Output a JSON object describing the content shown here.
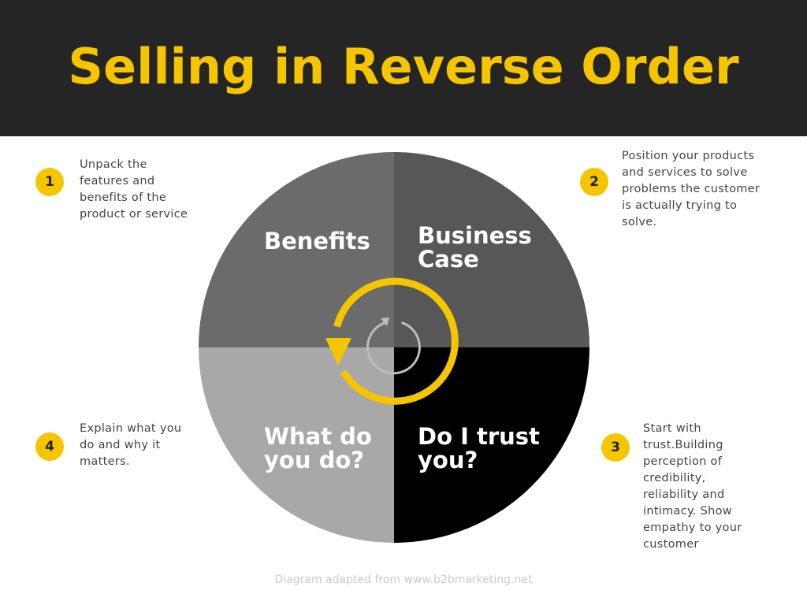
{
  "title": "Selling in Reverse Order",
  "quadrants": {
    "benefits": "Benefits",
    "business_case_line1": "Business",
    "business_case_line2": "Case",
    "what_line1": "What do",
    "what_line2": "you do?",
    "trust_line1": "Do I trust",
    "trust_line2": "you?"
  },
  "steps": [
    {
      "number": "1",
      "text": [
        "Unpack the",
        "features and",
        "benefits of the",
        "product or service"
      ]
    },
    {
      "number": "2",
      "text": [
        "Position your products",
        "and services to solve",
        "problems the customer",
        "is actually trying to",
        "solve."
      ]
    },
    {
      "number": "3",
      "text": [
        "Start with",
        "trust.Building",
        "perception of",
        "credibility,",
        "reliability and",
        "intimacy. Show",
        "empathy to your",
        "customer"
      ]
    },
    {
      "number": "4",
      "text": [
        "Explain what you",
        "do and why it",
        "matters."
      ]
    }
  ],
  "footer": "Diagram adapted from www.b2bmarketing.net",
  "colors": {
    "header_bg": "#252525",
    "accent": "#f5c500",
    "quadrant_top_left": "#6b6b6b",
    "quadrant_top_right": "#575757",
    "quadrant_bottom_left": "#a8a8a8",
    "quadrant_bottom_right": "#000000"
  },
  "icons": [
    "refresh-arrow-icon",
    "cycle-arrow-icon"
  ]
}
